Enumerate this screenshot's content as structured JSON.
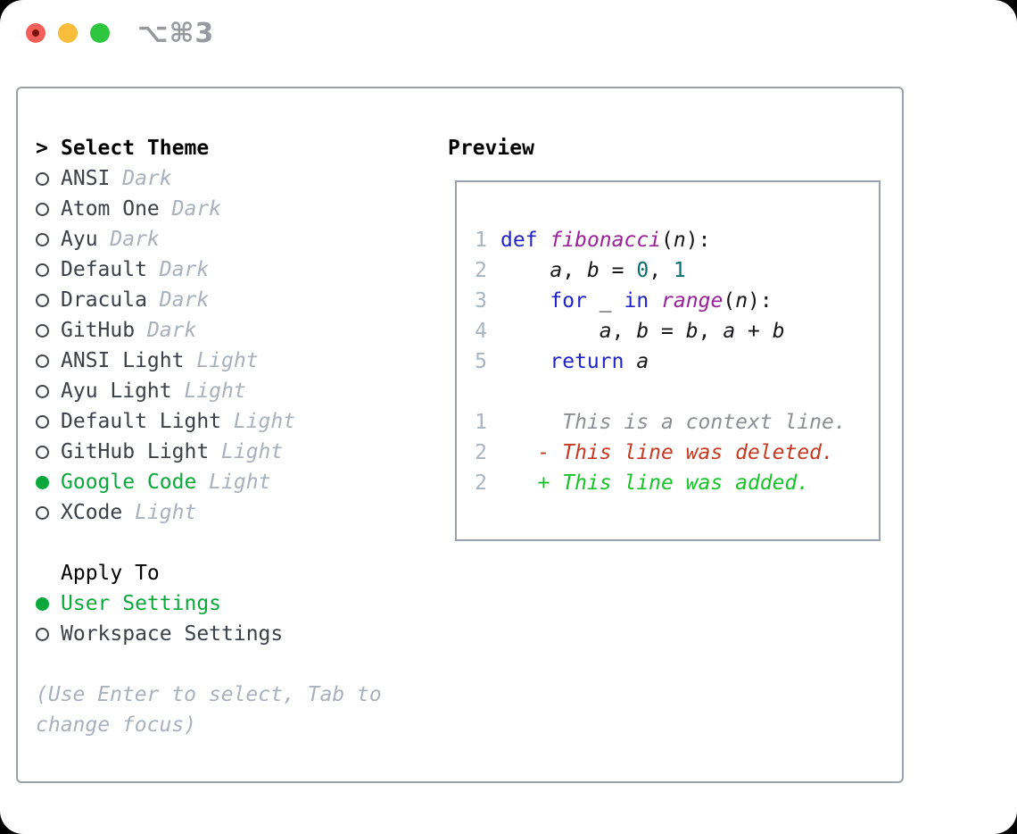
{
  "titlebar": {
    "shortcut": "⌥⌘3",
    "buttons": [
      "close",
      "minimize",
      "zoom"
    ]
  },
  "left": {
    "prompt": ">",
    "header": "Select Theme",
    "themes": [
      {
        "name": "ANSI",
        "variant": "Dark",
        "selected": false
      },
      {
        "name": "Atom One",
        "variant": "Dark",
        "selected": false
      },
      {
        "name": "Ayu",
        "variant": "Dark",
        "selected": false
      },
      {
        "name": "Default",
        "variant": "Dark",
        "selected": false
      },
      {
        "name": "Dracula",
        "variant": "Dark",
        "selected": false
      },
      {
        "name": "GitHub",
        "variant": "Dark",
        "selected": false
      },
      {
        "name": "ANSI Light",
        "variant": "Light",
        "selected": false
      },
      {
        "name": "Ayu Light",
        "variant": "Light",
        "selected": false
      },
      {
        "name": "Default Light",
        "variant": "Light",
        "selected": false
      },
      {
        "name": "GitHub Light",
        "variant": "Light",
        "selected": false
      },
      {
        "name": "Google Code",
        "variant": "Light",
        "selected": true
      },
      {
        "name": "XCode",
        "variant": "Light",
        "selected": false
      }
    ],
    "apply_to": {
      "header": "Apply To",
      "options": [
        {
          "label": "User Settings",
          "selected": true
        },
        {
          "label": "Workspace Settings",
          "selected": false
        }
      ]
    },
    "help": "(Use Enter to select, Tab to change focus)"
  },
  "preview": {
    "header": "Preview",
    "lines": [
      {
        "num": "1",
        "toks": [
          {
            "t": "kw",
            "s": "def"
          },
          {
            "t": "pl",
            "s": " "
          },
          {
            "t": "fn",
            "s": "fibonacci"
          },
          {
            "t": "pl",
            "s": "("
          },
          {
            "t": "var",
            "s": "n"
          },
          {
            "t": "pl",
            "s": "):"
          }
        ]
      },
      {
        "num": "2",
        "toks": [
          {
            "t": "pl",
            "s": "    "
          },
          {
            "t": "var",
            "s": "a"
          },
          {
            "t": "pl",
            "s": ", "
          },
          {
            "t": "var",
            "s": "b"
          },
          {
            "t": "pl",
            "s": " = "
          },
          {
            "t": "num",
            "s": "0"
          },
          {
            "t": "pl",
            "s": ", "
          },
          {
            "t": "num",
            "s": "1"
          }
        ]
      },
      {
        "num": "3",
        "toks": [
          {
            "t": "pl",
            "s": "    "
          },
          {
            "t": "kw",
            "s": "for"
          },
          {
            "t": "pl",
            "s": " "
          },
          {
            "t": "var",
            "s": "_"
          },
          {
            "t": "pl",
            "s": " "
          },
          {
            "t": "kw",
            "s": "in"
          },
          {
            "t": "pl",
            "s": " "
          },
          {
            "t": "fn",
            "s": "range"
          },
          {
            "t": "pl",
            "s": "("
          },
          {
            "t": "var",
            "s": "n"
          },
          {
            "t": "pl",
            "s": "):"
          }
        ]
      },
      {
        "num": "4",
        "toks": [
          {
            "t": "pl",
            "s": "        "
          },
          {
            "t": "var",
            "s": "a"
          },
          {
            "t": "pl",
            "s": ", "
          },
          {
            "t": "var",
            "s": "b"
          },
          {
            "t": "pl",
            "s": " = "
          },
          {
            "t": "var",
            "s": "b"
          },
          {
            "t": "pl",
            "s": ", "
          },
          {
            "t": "var",
            "s": "a"
          },
          {
            "t": "pl",
            "s": " + "
          },
          {
            "t": "var",
            "s": "b"
          }
        ]
      },
      {
        "num": "5",
        "toks": [
          {
            "t": "pl",
            "s": "    "
          },
          {
            "t": "kw",
            "s": "return"
          },
          {
            "t": "pl",
            "s": " "
          },
          {
            "t": "var",
            "s": "a"
          }
        ]
      },
      {
        "num": "",
        "toks": []
      },
      {
        "num": "1",
        "toks": [
          {
            "t": "ctx",
            "s": "     This is a context line."
          }
        ]
      },
      {
        "num": "2",
        "toks": [
          {
            "t": "del",
            "s": "   - This line was deleted."
          }
        ]
      },
      {
        "num": "2",
        "toks": [
          {
            "t": "add",
            "s": "   + This line was added."
          }
        ]
      }
    ]
  },
  "colors": {
    "selection_green": "#0aa83a",
    "added_green": "#17c427",
    "deleted_red": "#c53a20",
    "context_gray": "#8b8e92",
    "keyword_blue": "#2024c8",
    "function_magenta": "#9a219a",
    "number_teal": "#0b6e6e",
    "muted_gray": "#a9b1bd",
    "line_number_gray": "#a8b4c0",
    "panel_border": "#9aa1ab",
    "traffic_red": "#f3605a",
    "traffic_yellow": "#f9bd3c",
    "traffic_green": "#2ec53f"
  }
}
